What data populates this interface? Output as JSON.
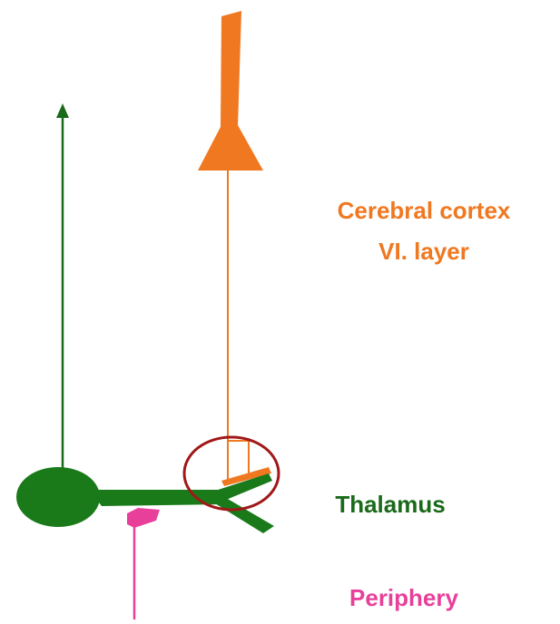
{
  "labels": {
    "cortex_line1": "Cerebral cortex",
    "cortex_line2": "VI. layer",
    "thalamus": "Thalamus",
    "periphery": "Periphery"
  },
  "colors": {
    "cortex": "#f07820",
    "thalamus": "#1a6a1a",
    "periphery": "#e8409a",
    "highlight_circle": "#a01818"
  }
}
